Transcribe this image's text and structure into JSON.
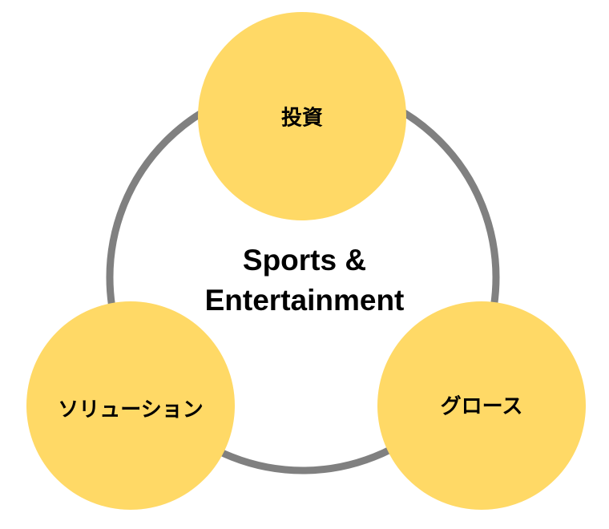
{
  "colors": {
    "ring": "#808080",
    "node_fill": "#FFD966",
    "text": "#000000"
  },
  "center_label": {
    "line1": "Sports &",
    "line2": "Entertainment"
  },
  "nodes": [
    {
      "label": "投資"
    },
    {
      "label": "ソリューション"
    },
    {
      "label": "グロース"
    }
  ]
}
